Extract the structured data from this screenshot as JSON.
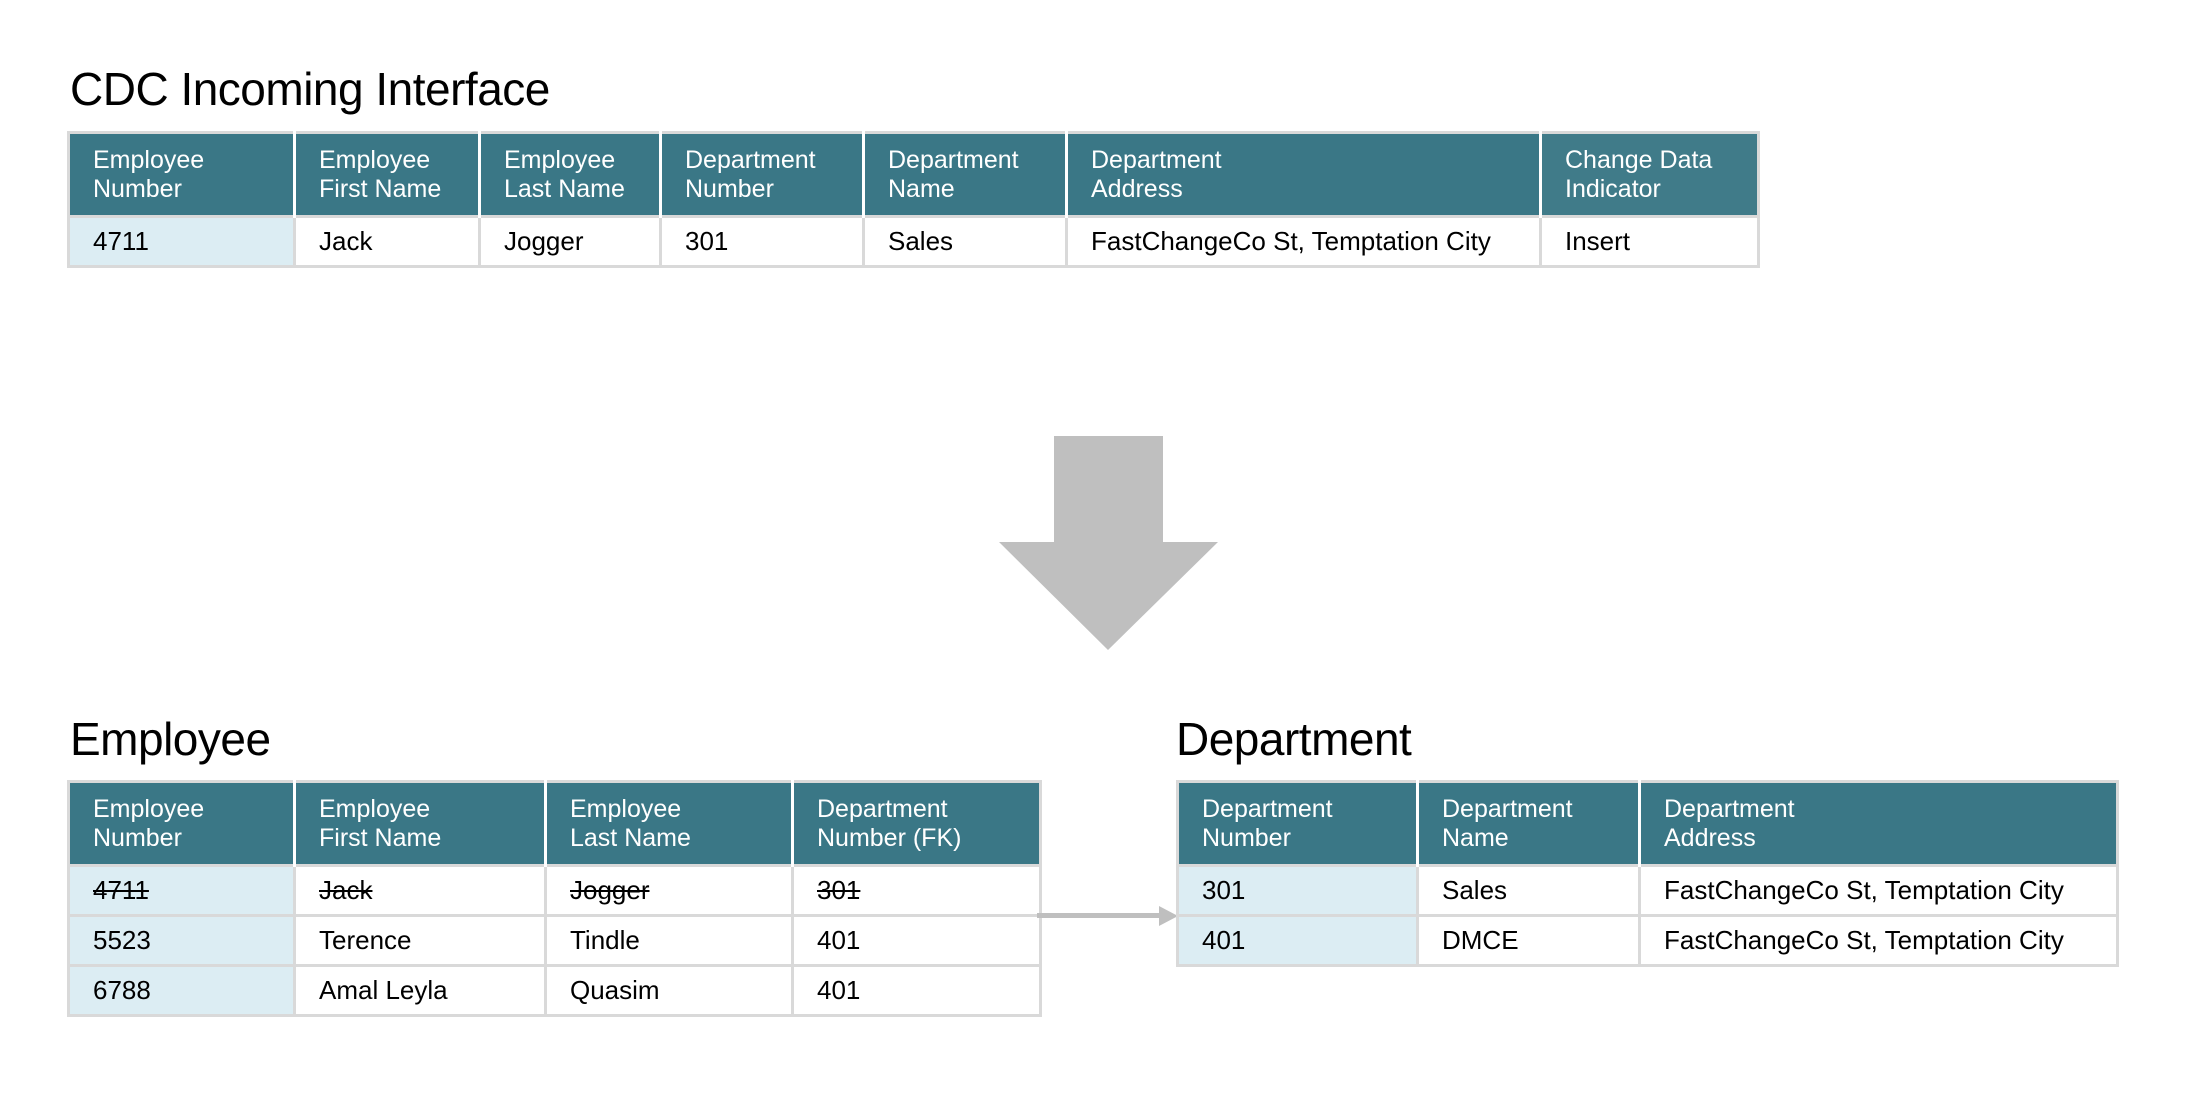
{
  "colors": {
    "header_bg": "#3a7786",
    "header_text": "#ffffff",
    "key_column_bg": "#dcedf3",
    "border": "#d9d9d9",
    "arrow": "#bfbfbf"
  },
  "cdc_interface": {
    "title": "CDC Incoming Interface",
    "columns": [
      {
        "line1": "Employee",
        "line2": "Number"
      },
      {
        "line1": "Employee",
        "line2": "First Name"
      },
      {
        "line1": "Employee",
        "line2": "Last Name"
      },
      {
        "line1": "Department",
        "line2": "Number"
      },
      {
        "line1": "Department",
        "line2": "Name"
      },
      {
        "line1": "Department",
        "line2": "Address"
      },
      {
        "line1": "Change Data",
        "line2": "Indicator"
      }
    ],
    "rows": [
      [
        "4711",
        "Jack",
        "Jogger",
        "301",
        "Sales",
        "FastChangeCo St, Temptation City",
        "Insert"
      ]
    ]
  },
  "flow_arrow": {
    "icon": "down-arrow-icon",
    "meaning": "transforms into"
  },
  "employee_table": {
    "title": "Employee",
    "columns": [
      {
        "line1": "Employee",
        "line2": "Number"
      },
      {
        "line1": "Employee",
        "line2": "First Name"
      },
      {
        "line1": "Employee",
        "line2": "Last Name"
      },
      {
        "line1": "Department",
        "line2": "Number (FK)"
      }
    ],
    "rows": [
      {
        "cells": [
          "4711",
          "Jack",
          "Jogger",
          "301"
        ],
        "struck_through": true
      },
      {
        "cells": [
          "5523",
          "Terence",
          "Tindle",
          "401"
        ],
        "struck_through": false
      },
      {
        "cells": [
          "6788",
          "Amal Leyla",
          "Quasim",
          "401"
        ],
        "struck_through": false
      }
    ]
  },
  "fk_relation": {
    "icon": "right-arrow-icon",
    "from": "Employee.Department Number (FK)",
    "to": "Department.Department Number"
  },
  "department_table": {
    "title": "Department",
    "columns": [
      {
        "line1": "Department",
        "line2": "Number"
      },
      {
        "line1": "Department",
        "line2": "Name"
      },
      {
        "line1": "Department",
        "line2": "Address"
      }
    ],
    "rows": [
      [
        "301",
        "Sales",
        "FastChangeCo St, Temptation City"
      ],
      [
        "401",
        "DMCE",
        "FastChangeCo St, Temptation City"
      ]
    ]
  }
}
